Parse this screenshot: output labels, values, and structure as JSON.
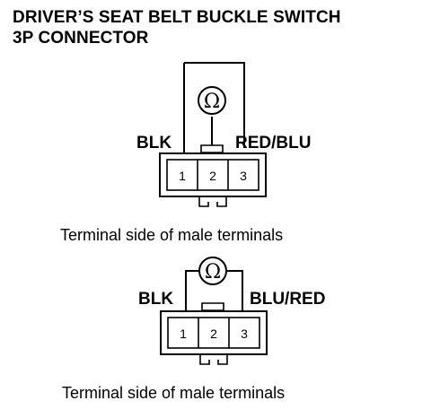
{
  "header": {
    "title_line1": "DRIVER’S SEAT BELT BUCKLE SWITCH",
    "title_line2": "3P CONNECTOR"
  },
  "diagram_top": {
    "left_wire": "BLK",
    "right_wire": "RED/BLU",
    "meter_symbol": "Ω",
    "pins": [
      "1",
      "2",
      "3"
    ],
    "caption": "Terminal side of male terminals"
  },
  "diagram_bottom": {
    "left_wire": "BLK",
    "right_wire": "BLU/RED",
    "meter_symbol": "Ω",
    "pins": [
      "1",
      "2",
      "3"
    ],
    "caption": "Terminal side of male terminals"
  },
  "icons": {
    "meter": "ohmmeter-icon",
    "connector": "3p-connector-icon"
  }
}
